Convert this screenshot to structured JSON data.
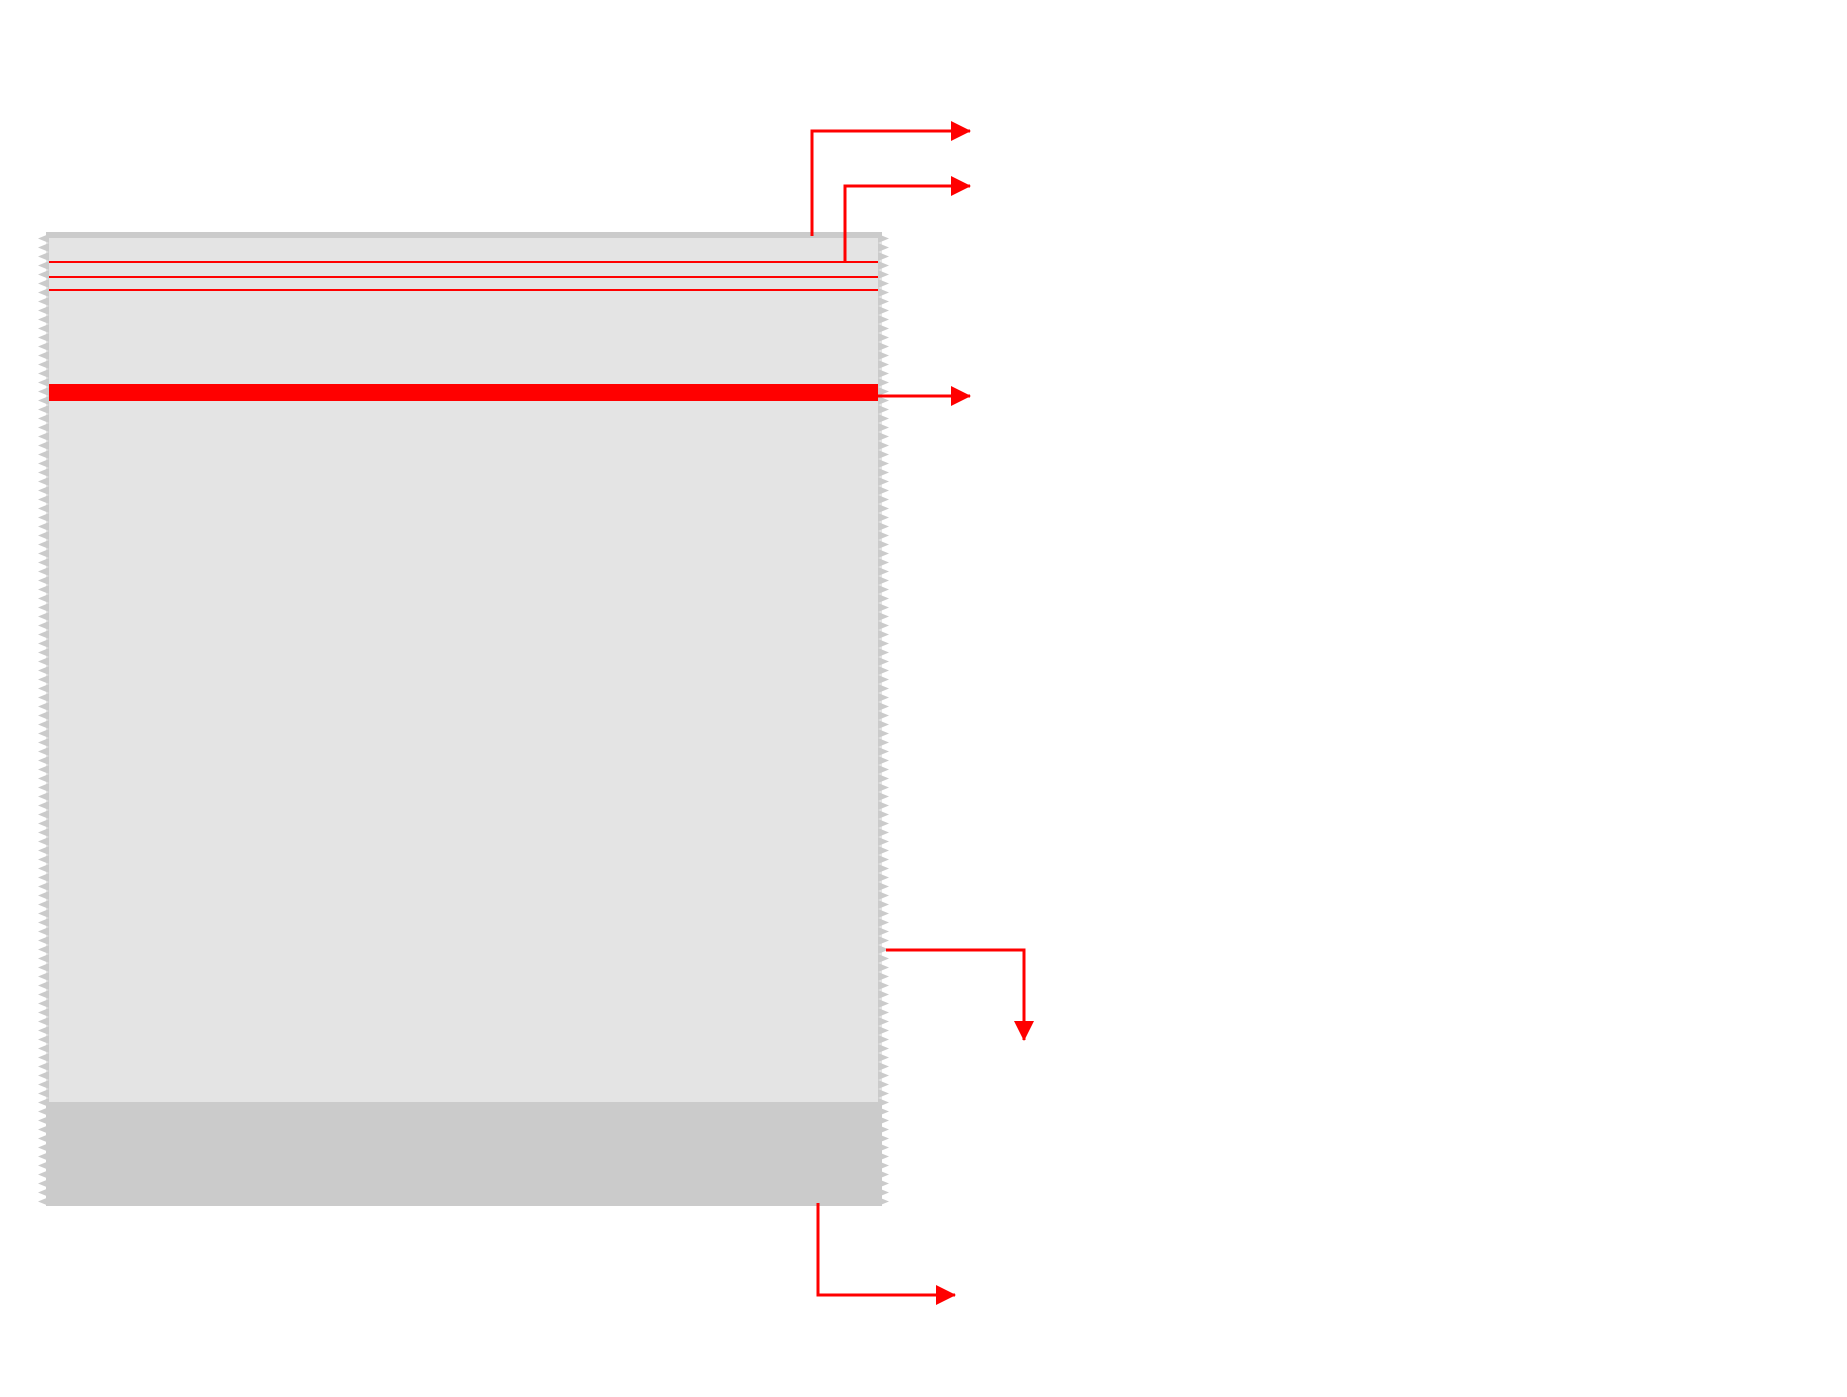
{
  "colors": {
    "pouch_body": "#e4e4e4",
    "pouch_edge": "#cbcbcb",
    "accent": "#ff0000",
    "label_text": "#ffffff",
    "background": "#ffffff"
  },
  "callouts": [
    {
      "id": "top-seal",
      "label": "",
      "target": "top-seal-line"
    },
    {
      "id": "tear-line",
      "label": "",
      "target": "tear-line-set"
    },
    {
      "id": "zipper",
      "label": "",
      "target": "zipper-strip"
    },
    {
      "id": "side-seal",
      "label": "",
      "target": "serrated-side-edge"
    },
    {
      "id": "bottom-gusset",
      "label": "",
      "target": "bottom-gusset"
    }
  ]
}
